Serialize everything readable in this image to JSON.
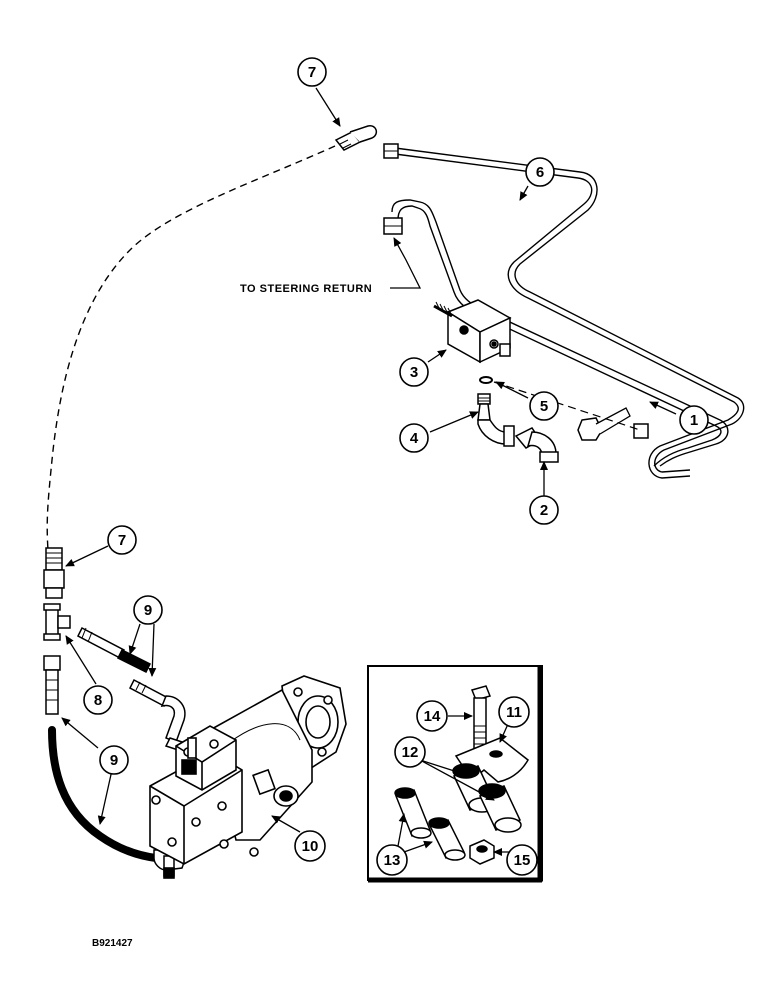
{
  "callouts": {
    "c1": "1",
    "c2": "2",
    "c3": "3",
    "c4": "4",
    "c5": "5",
    "c6": "6",
    "c7a": "7",
    "c7b": "7",
    "c8": "8",
    "c9a": "9",
    "c9b": "9",
    "c10": "10",
    "c11": "11",
    "c12": "12",
    "c13": "13",
    "c14": "14",
    "c15": "15"
  },
  "notes": {
    "steering_return": "TO STEERING RETURN"
  },
  "figure_code": "B921427",
  "colors": {
    "ink": "#000000",
    "paper": "#ffffff"
  }
}
